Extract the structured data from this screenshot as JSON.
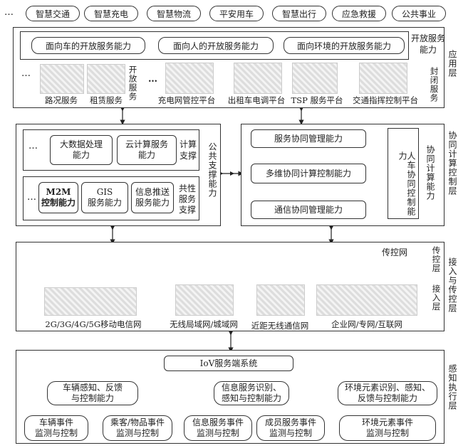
{
  "top_apps": [
    "…",
    "智慧交通",
    "智慧充电",
    "智慧物流",
    "平安用车",
    "智慧出行",
    "应急救援",
    "公共事业"
  ],
  "app_layer": {
    "label": "应用层",
    "open_caps": [
      "面向车的开放服务能力",
      "面向人的开放服务能力",
      "面向环境的开放服务能力"
    ],
    "open_label": "开放服务能力",
    "open_service_label": "开放服务",
    "closed_label": "封闭服务",
    "services_left": [
      "…",
      "路况服务",
      "租赁服务"
    ],
    "platforms": [
      "…",
      "充电网管控平台",
      "出租车电调平台",
      "TSP 服务平台",
      "交通指挥控制平台"
    ]
  },
  "public_support": {
    "label": "公共支撑能力",
    "compute_label": "计算支撑",
    "common_label": "共性服务支撑",
    "compute_items": [
      "…",
      "大数据处理\n能力",
      "云计算服务\n能力"
    ],
    "common_items": [
      "…",
      "M2M\n控制能力",
      "GIS\n服务能力",
      "信息推送\n服务能力"
    ]
  },
  "coop_layer": {
    "label": "协同计算控制层",
    "side_label": "协同计算能力",
    "items": [
      "服务协同管理能力",
      "多维协同计算控制能力",
      "通信协同管理能力"
    ],
    "human_car": "人车协同控制能力"
  },
  "access_layer": {
    "label": "接入与传控层",
    "transfer_label": "传控层",
    "access_label": "接入层",
    "net_label": "传控网",
    "networks": [
      "2G/3G/4G/5G移动电信网",
      "无线局域网/城域网",
      "近距无线通信网",
      "企业网/专网/互联网"
    ]
  },
  "sense_layer": {
    "label": "感知执行层",
    "system": "IoV服务端系统",
    "mid": [
      "车辆感知、反馈\n与控制能力",
      "信息服务识别、\n感知与控制能力",
      "环境元素识别、感知、\n反馈与控制能力"
    ],
    "bottom": [
      "车辆事件\n监测与控制",
      "乘客/物品事件\n监测与控制",
      "信息服务事件\n监测与控制",
      "成员服务事件\n监测与控制",
      "环境元素事件\n监测与控制"
    ]
  }
}
